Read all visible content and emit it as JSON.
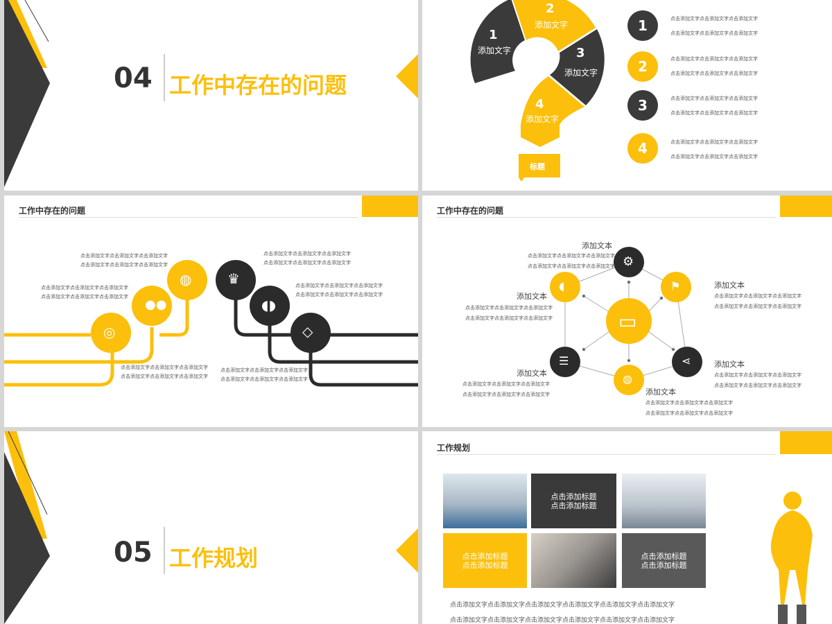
{
  "slide1": {
    "number": "04",
    "title": "工作中存在的问题"
  },
  "slide2": {
    "pieces": [
      {
        "num": "1",
        "label": "添加文字"
      },
      {
        "num": "2",
        "label": "添加文字"
      },
      {
        "num": "3",
        "label": "添加文字"
      },
      {
        "num": "4",
        "label": "添加文字"
      }
    ],
    "tag": "标题",
    "list": [
      {
        "num": "1",
        "line1": "点击添加文字点击添加文字点击添加文字",
        "line2": "点击添加文字点击添加文字点击添加文字"
      },
      {
        "num": "2",
        "line1": "点击添加文字点击添加文字点击添加文字",
        "line2": "点击添加文字点击添加文字点击添加文字"
      },
      {
        "num": "3",
        "line1": "点击添加文字点击添加文字点击添加文字",
        "line2": "点击添加文字点击添加文字点击添加文字"
      },
      {
        "num": "4",
        "line1": "点击添加文字点击添加文字点击添加文字",
        "line2": "点击添加文字点击添加文字点击添加文字"
      }
    ]
  },
  "slide3": {
    "header": "工作中存在的问题",
    "texts": [
      {
        "l1": "点击添加文字点击添加文字点击添加文字",
        "l2": "点击添加文字点击添加文字点击添加文字"
      },
      {
        "l1": "点击添加文字点击添加文字点击添加文字",
        "l2": "点击添加文字点击添加文字点击添加文字"
      },
      {
        "l1": "点击添加文字点击添加文字点击添加文字",
        "l2": "点击添加文字点击添加文字点击添加文字"
      },
      {
        "l1": "点击添加文字点击添加文字点击添加文字",
        "l2": "点击添加文字点击添加文字点击添加文字"
      },
      {
        "l1": "点击添加文字点击添加文字点击添加文字",
        "l2": "点击添加文字点击添加文字点击添加文字"
      },
      {
        "l1": "点击添加文字点击添加文字点击添加文字",
        "l2": "点击添加文字点击添加文字点击添加文字"
      }
    ]
  },
  "slide4": {
    "header": "工作中存在的问题",
    "nodes": [
      {
        "title": "添加文本",
        "l1": "点击添加文字点击添加文字点击添加文字",
        "l2": "点击添加文字点击添加文字点击添加文字"
      },
      {
        "title": "添加文本",
        "l1": "点击添加文字点击添加文字点击添加文字",
        "l2": "点击添加文字点击添加文字点击添加文字"
      },
      {
        "title": "添加文本",
        "l1": "点击添加文字点击添加文字点击添加文字",
        "l2": "点击添加文字点击添加文字点击添加文字"
      },
      {
        "title": "添加文本",
        "l1": "点击添加文字点击添加文字点击添加文字",
        "l2": "点击添加文字点击添加文字点击添加文字"
      },
      {
        "title": "添加文本",
        "l1": "点击添加文字点击添加文字点击添加文字",
        "l2": "点击添加文字点击添加文字点击添加文字"
      },
      {
        "title": "添加文本",
        "l1": "点击添加文字点击添加文字点击添加文字",
        "l2": "点击添加文字点击添加文字点击添加文字"
      }
    ]
  },
  "slide5": {
    "number": "05",
    "title": "工作规划"
  },
  "slide6": {
    "header": "工作规划",
    "tiles": [
      {
        "l1": "点击添加标题",
        "l2": "点击添加标题"
      },
      {
        "l1": "点击添加标题",
        "l2": "点击添加标题"
      },
      {
        "l1": "点击添加标题",
        "l2": "点击添加标题"
      }
    ],
    "body1": "点击添加文字点击添加文字点击添加文字点击添加文字点击添加文字点击添加文字",
    "body2": "点击添加文字点击添加文字点击添加文字点击添加文字点击添加文字点击添加文字"
  },
  "colors": {
    "accent": "#fcbf0b",
    "dark": "#3a3a3a"
  }
}
